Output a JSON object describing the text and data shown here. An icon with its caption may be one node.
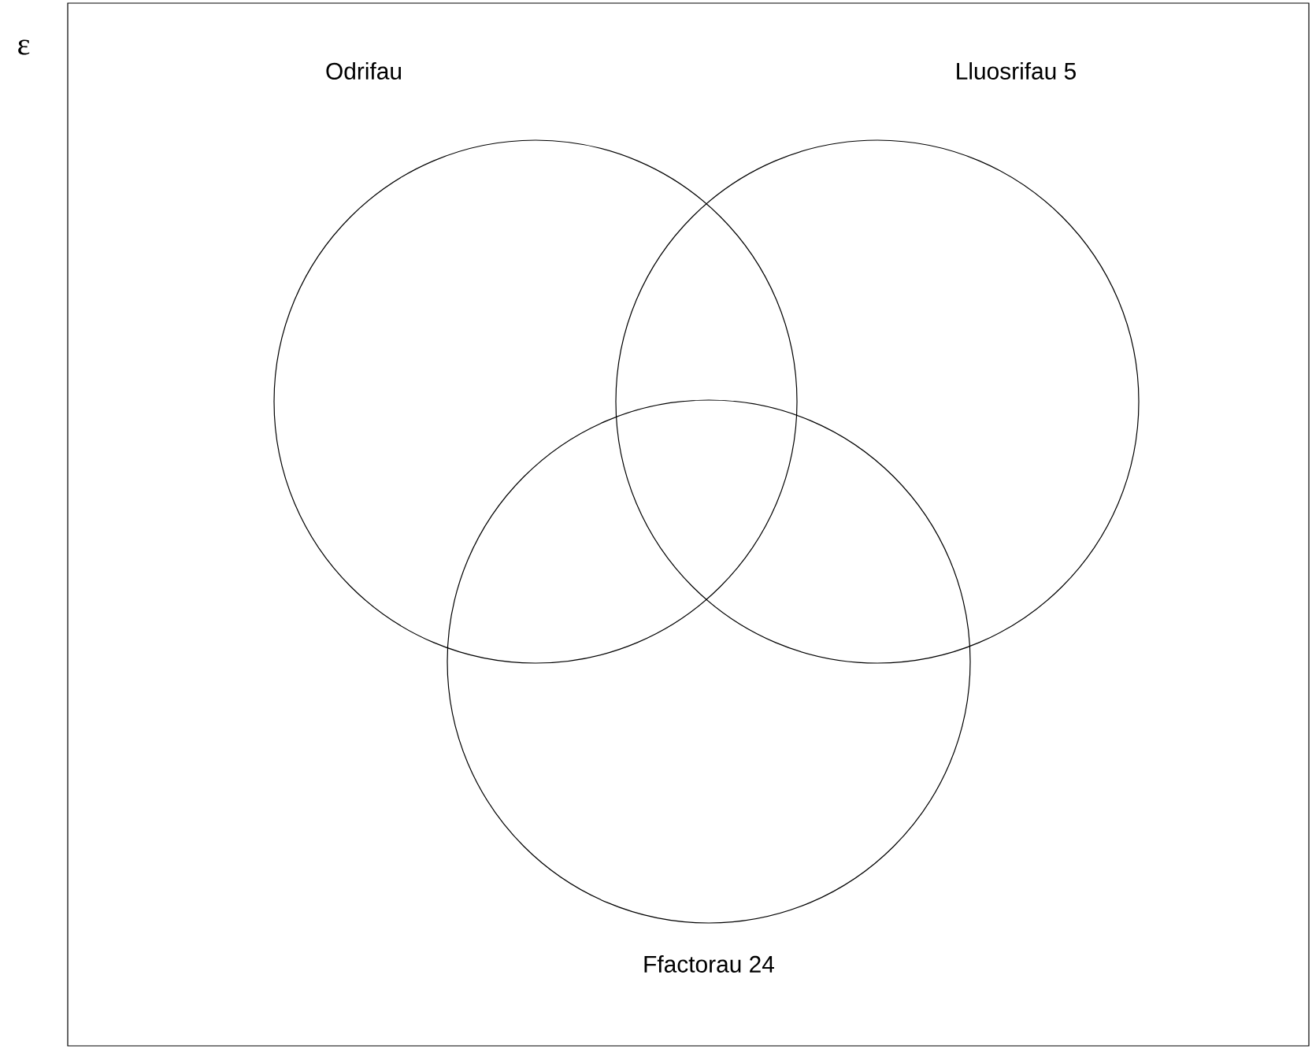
{
  "diagram": {
    "nodes": [
      {
        "text": [
          "ε"
        ]
      },
      {
        "text": [
          "Odrifau"
        ],
        "in": 0
      },
      {
        "text": [
          "Lluosrifau 5"
        ],
        "in": 0
      },
      {
        "text": [
          "Ffactorau 24"
        ],
        "in": 0
      }
    ]
  }
}
